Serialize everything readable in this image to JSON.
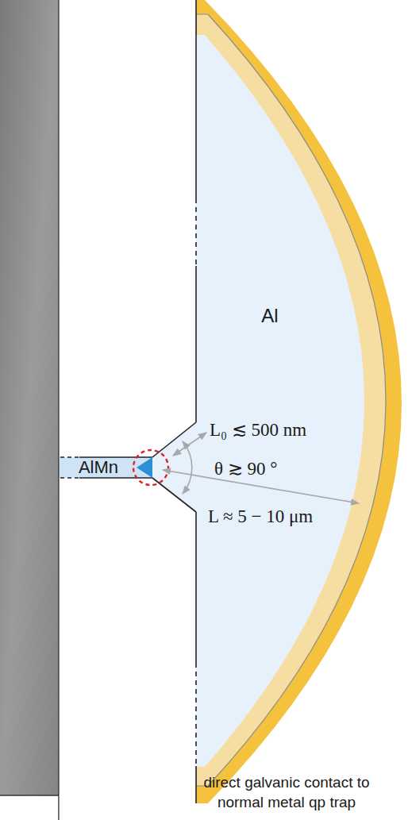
{
  "diagram": {
    "nodes": [
      {
        "text": [
          "Al"
        ]
      },
      {
        "text": [
          "AlMn"
        ]
      }
    ],
    "labels": [
      "L₀ ≲ 500 nm",
      "θ ≳ 90 °",
      "L ≈ 5 − 10 μm",
      "direct galvanic contact to normal metal qp trap"
    ]
  }
}
